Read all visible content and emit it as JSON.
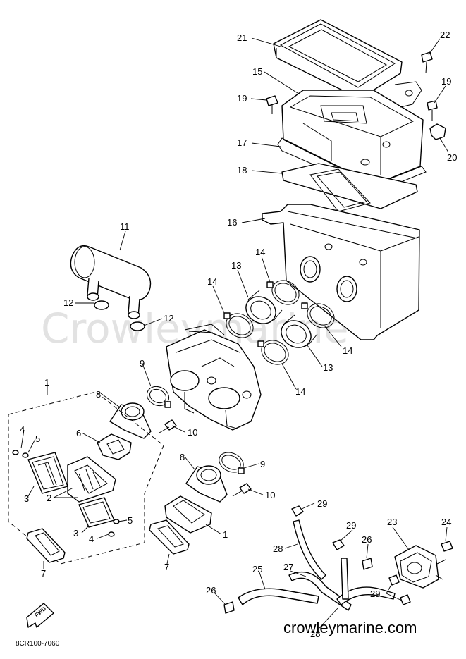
{
  "watermark": "Crowleymarine",
  "site_label": "crowleymarine.com",
  "diagram_code": "8CR100-7060",
  "fwd_label": "FWD",
  "callouts": [
    {
      "id": "c21",
      "label": "21"
    },
    {
      "id": "c22",
      "label": "22"
    },
    {
      "id": "c15",
      "label": "15"
    },
    {
      "id": "c19a",
      "label": "19"
    },
    {
      "id": "c19b",
      "label": "19"
    },
    {
      "id": "c20",
      "label": "20"
    },
    {
      "id": "c17",
      "label": "17"
    },
    {
      "id": "c18",
      "label": "18"
    },
    {
      "id": "c16",
      "label": "16"
    },
    {
      "id": "c11",
      "label": "11"
    },
    {
      "id": "c14a",
      "label": "14"
    },
    {
      "id": "c13a",
      "label": "13"
    },
    {
      "id": "c14b",
      "label": "14"
    },
    {
      "id": "c12a",
      "label": "12"
    },
    {
      "id": "c12b",
      "label": "12"
    },
    {
      "id": "c14c",
      "label": "14"
    },
    {
      "id": "c13b",
      "label": "13"
    },
    {
      "id": "c9a",
      "label": "9"
    },
    {
      "id": "c14d",
      "label": "14"
    },
    {
      "id": "c1a",
      "label": "1"
    },
    {
      "id": "c8a",
      "label": "8"
    },
    {
      "id": "c10a",
      "label": "10"
    },
    {
      "id": "c4a",
      "label": "4"
    },
    {
      "id": "c5a",
      "label": "5"
    },
    {
      "id": "c6",
      "label": "6"
    },
    {
      "id": "c3a",
      "label": "3"
    },
    {
      "id": "c2",
      "label": "2"
    },
    {
      "id": "c8b",
      "label": "8"
    },
    {
      "id": "c9b",
      "label": "9"
    },
    {
      "id": "c10b",
      "label": "10"
    },
    {
      "id": "c29a",
      "label": "29"
    },
    {
      "id": "c5b",
      "label": "5"
    },
    {
      "id": "c3b",
      "label": "3"
    },
    {
      "id": "c4b",
      "label": "4"
    },
    {
      "id": "c1b",
      "label": "1"
    },
    {
      "id": "c23",
      "label": "23"
    },
    {
      "id": "c24",
      "label": "24"
    },
    {
      "id": "c29b",
      "label": "29"
    },
    {
      "id": "c26a",
      "label": "26"
    },
    {
      "id": "c28a",
      "label": "28"
    },
    {
      "id": "c7a",
      "label": "7"
    },
    {
      "id": "c7b",
      "label": "7"
    },
    {
      "id": "c25",
      "label": "25"
    },
    {
      "id": "c27",
      "label": "27"
    },
    {
      "id": "c29c",
      "label": "29"
    },
    {
      "id": "c26b",
      "label": "26"
    },
    {
      "id": "c28b",
      "label": "28"
    }
  ]
}
